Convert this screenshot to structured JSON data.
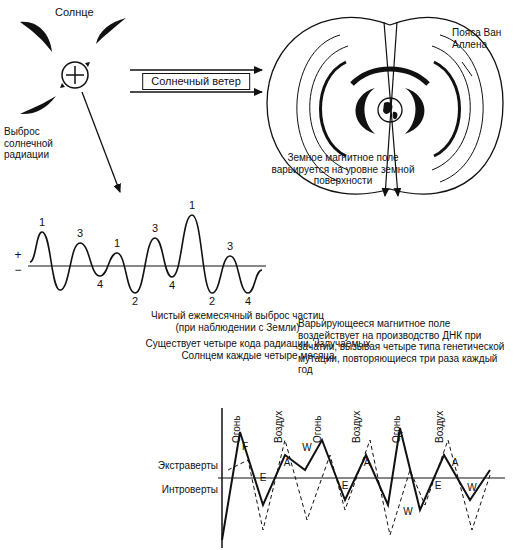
{
  "diagram": {
    "nodes": [
      {
        "text": [
          "Солнце"
        ]
      },
      {
        "text": [
          "Пояса Ван Аллена",
          "Земное магнитное поле варьируется на уровне земной поверхности"
        ]
      }
    ],
    "edges": [
      {
        "from": 0,
        "to": 1,
        "arrow": "to",
        "label": "Солнечный ветер"
      },
      {
        "from": 0,
        "to": 1,
        "arrow": "to"
      }
    ],
    "labels": [
      "Выброс солнечной радиации",
      "+",
      "−",
      "1",
      "3",
      "4",
      "1",
      "2",
      "3",
      "4",
      "1",
      "2",
      "3",
      "4",
      "Чистый ежемесячный выброс частиц (при наблюдении с Земли)",
      "Существует четыре кода радиации, излучаемых Солнцем каждые четыре месяца",
      "Варьирующееся магнитное поле воздействует на производство ДНК при зачатии, вызывая четыре типа генетической мутации, повторяющиеся три раза каждый год",
      "Экстраверты",
      "Интроверты",
      "Огонь",
      "Воздух",
      "Огонь",
      "Воздух",
      "Огонь",
      "Воздух",
      "F",
      "E",
      "A",
      "W",
      "E",
      "A",
      "F",
      "W",
      "E",
      "A",
      "W"
    ]
  }
}
